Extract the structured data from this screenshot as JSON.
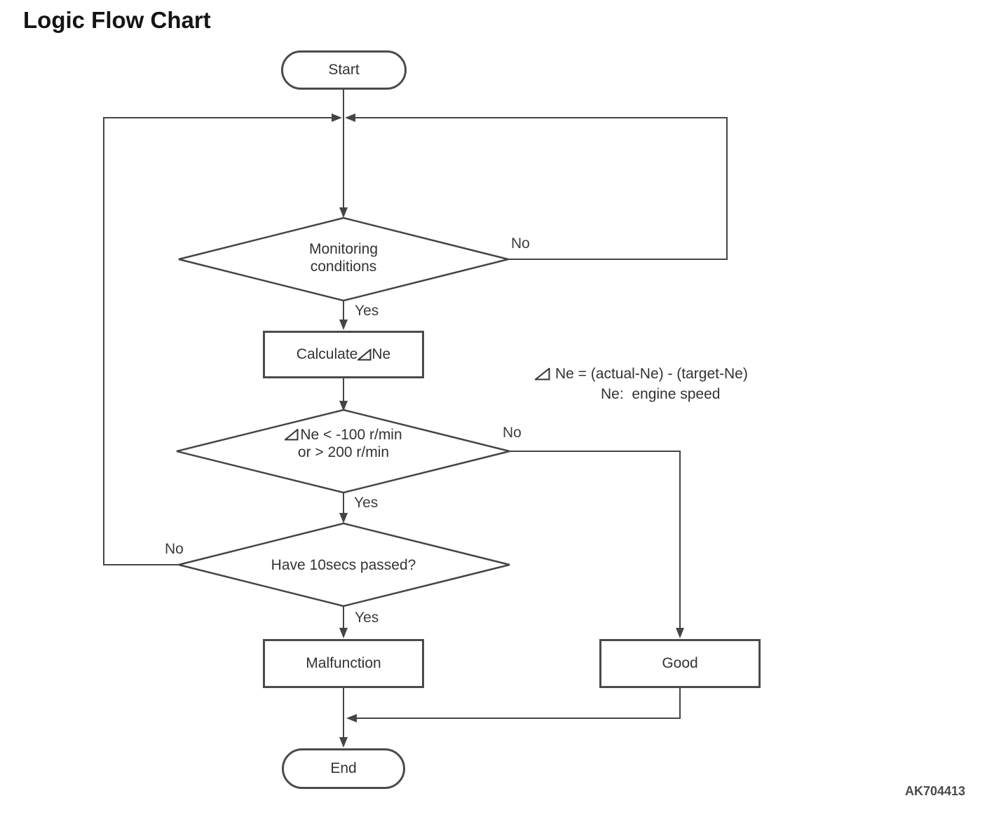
{
  "title": "Logic Flow Chart",
  "figure_code": "AK704413",
  "delta_symbol": "⊿",
  "colors": {
    "line": "#454545",
    "text": "#363636",
    "background": "#ffffff"
  },
  "nodes": {
    "start": "Start",
    "monitoring": {
      "line1": "Monitoring",
      "line2": "conditions"
    },
    "calculate": {
      "before_delta": "Calculate",
      "after_delta": "Ne"
    },
    "delta_check": {
      "line1_after_delta": "Ne < -100 r/min",
      "line2": "or > 200 r/min"
    },
    "timer_check": "Have 10secs passed?",
    "malfunction": "Malfunction",
    "good": "Good",
    "end": "End"
  },
  "edge_labels": {
    "monitoring_yes": "Yes",
    "monitoring_no": "No",
    "delta_yes": "Yes",
    "delta_no": "No",
    "timer_yes": "Yes",
    "timer_no": "No"
  },
  "note": {
    "line1_after_delta": "Ne = (actual-Ne) - (target-Ne)",
    "line2": "Ne:  engine speed"
  }
}
